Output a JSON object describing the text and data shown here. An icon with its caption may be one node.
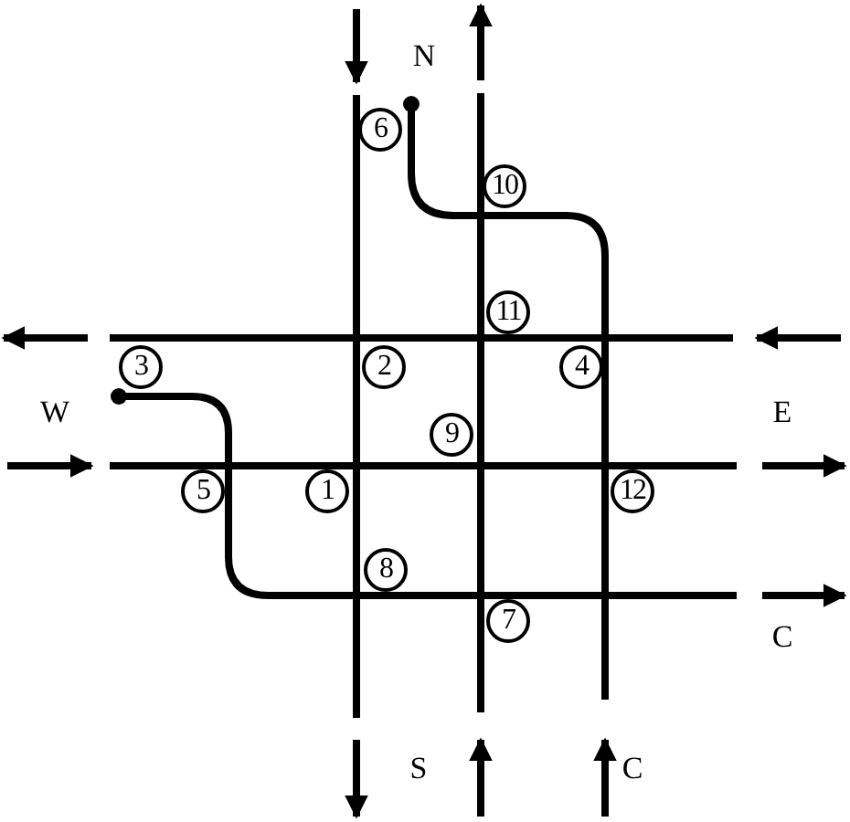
{
  "diagram": {
    "labels": [
      "N",
      "6",
      "10",
      "11",
      "3",
      "2",
      "4",
      "W",
      "E",
      "9",
      "5",
      "1",
      "12",
      "8",
      "7",
      "C",
      "S",
      "C"
    ]
  }
}
